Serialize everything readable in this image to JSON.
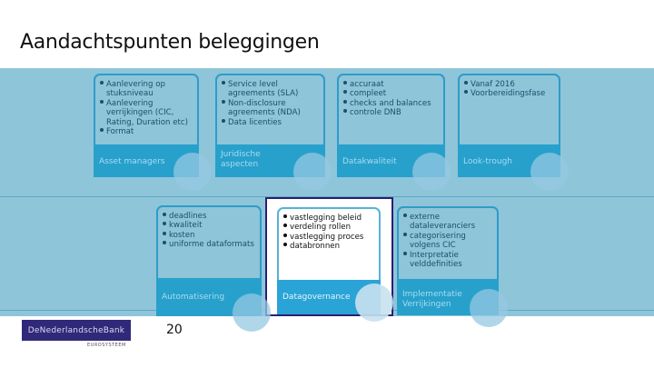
{
  "slide": {
    "title": "Aandachtspunten beleggingen",
    "page_number": "20"
  },
  "colors": {
    "panel": "#8ec5d9",
    "card_border": "#2f9cc8",
    "card_footer": "#27a0cc",
    "highlight_frame": "#2a1f73",
    "logo_bg": "#30297a"
  },
  "row1": [
    {
      "label": "Asset managers",
      "bullets": [
        {
          "first": "Aanlevering op",
          "rest": "stuksniveau"
        },
        {
          "first": "Aanlevering",
          "rest": "verrijkingen (CIC, Rating, Duration etc)"
        },
        {
          "first": "Format",
          "rest": ""
        }
      ]
    },
    {
      "label": "Juridische aspecten",
      "bullets": [
        {
          "first": "Service level",
          "rest": "agreements (SLA)"
        },
        {
          "first": "Non-disclosure",
          "rest": "agreements (NDA)"
        },
        {
          "first": "Data licenties",
          "rest": ""
        }
      ]
    },
    {
      "label": "Datakwaliteit",
      "bullets": [
        {
          "first": "accuraat",
          "rest": ""
        },
        {
          "first": "compleet",
          "rest": ""
        },
        {
          "first": "checks and balances",
          "rest": ""
        },
        {
          "first": "controle DNB",
          "rest": ""
        }
      ]
    },
    {
      "label": "Look-trough",
      "bullets": [
        {
          "first": "Vanaf 2016",
          "rest": ""
        },
        {
          "first": "Voorbereidingsfase",
          "rest": ""
        }
      ]
    }
  ],
  "row2": [
    {
      "label": "Automatisering",
      "bullets": [
        {
          "first": "deadlines",
          "rest": ""
        },
        {
          "first": "kwaliteit",
          "rest": ""
        },
        {
          "first": "kosten",
          "rest": ""
        },
        {
          "first": "uniforme dataformats",
          "rest": ""
        }
      ]
    },
    {
      "label": "Datagovernance",
      "highlighted": true,
      "bullets": [
        {
          "first": "vastlegging beleid",
          "rest": ""
        },
        {
          "first": "verdeling rollen",
          "rest": ""
        },
        {
          "first": "vastlegging proces",
          "rest": ""
        },
        {
          "first": "databronnen",
          "rest": ""
        }
      ]
    },
    {
      "label": "Implementatie Verrijkingen",
      "bullets": [
        {
          "first": "externe",
          "rest": "dataleveranciers"
        },
        {
          "first": "categorisering",
          "rest": "volgens CIC"
        },
        {
          "first": "Interpretatie",
          "rest": "velddefinities"
        }
      ]
    }
  ],
  "logo": {
    "name": "DeNederlandscheBank",
    "subtitle": "EUROSYSTEEM"
  }
}
